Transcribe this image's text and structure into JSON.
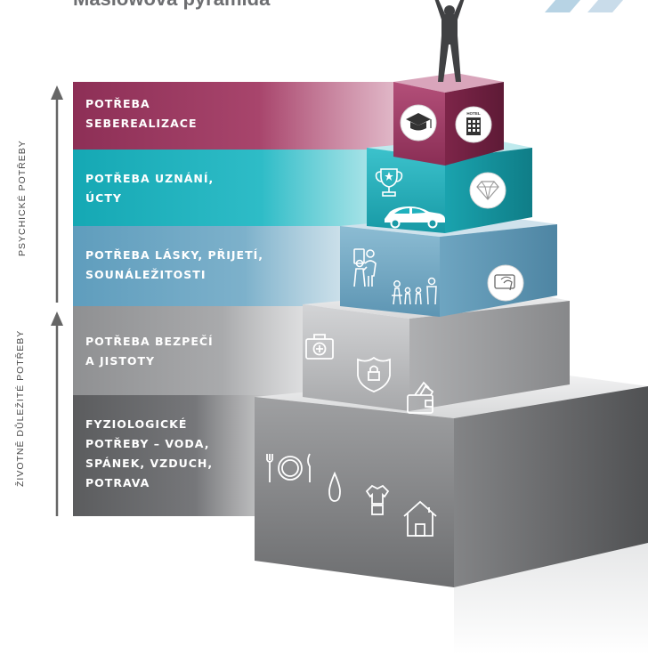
{
  "title": "Maslowova pyramida",
  "levels": [
    {
      "lines": [
        "POTŘEBA",
        "SEBEREALIZACE"
      ],
      "color": "#9e3d64",
      "icons": [
        "graduation-cap-icon",
        "hotel-icon"
      ],
      "hotel_label": "HOTEL"
    },
    {
      "lines": [
        "POTŘEBA UZNÁNÍ,",
        "ÚCTY"
      ],
      "color": "#1fb1bd",
      "icons": [
        "trophy-icon",
        "car-icon",
        "diamond-icon"
      ]
    },
    {
      "lines": [
        "POTŘEBA LÁSKY, PŘIJETÍ,",
        "SOUNÁLEŽITOSTI"
      ],
      "color": "#6da6c3",
      "icons": [
        "couple-icon",
        "family-icon",
        "card-icon"
      ]
    },
    {
      "lines": [
        "POTŘEBA BEZPEČÍ",
        "A JISTOTY"
      ],
      "color": "#9b9c9e",
      "icons": [
        "first-aid-kit-icon",
        "shield-lock-icon",
        "wallet-icon"
      ]
    },
    {
      "lines": [
        "FYZIOLOGICKÉ",
        "POTŘEBY – VODA,",
        "SPÁNEK, VZDUCH,",
        "POTRAVA"
      ],
      "color": "#6a6b6d",
      "icons": [
        "plate-cutlery-icon",
        "water-drop-icon",
        "tshirt-icon",
        "house-icon"
      ]
    }
  ],
  "axis": {
    "upper_label": "PSYCHICKÉ POTŘEBY",
    "lower_label": "ŽIVOTNĚ DŮLEŽITÉ POTŘEBY"
  }
}
